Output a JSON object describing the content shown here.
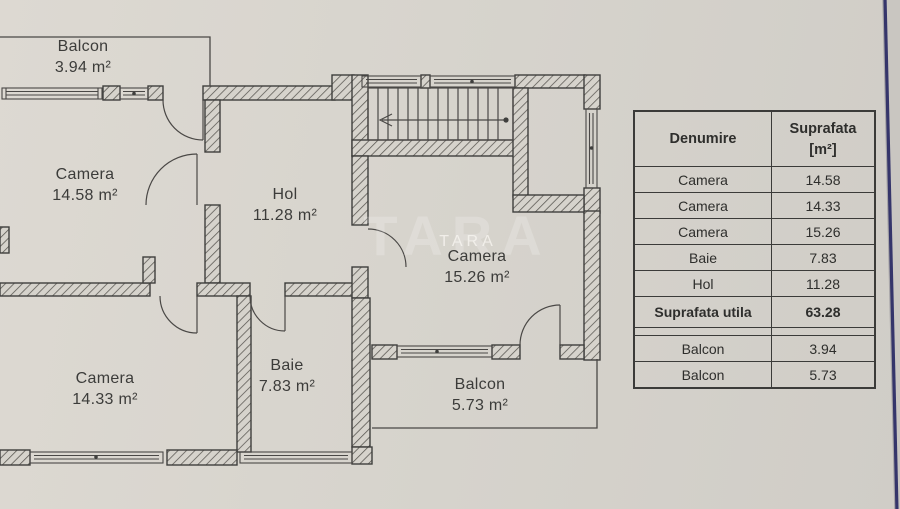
{
  "watermark": {
    "large_text": "TARA",
    "small_text": "TARA"
  },
  "plan": {
    "rooms": [
      {
        "name": "Balcon",
        "area": "3.94 m²"
      },
      {
        "name": "Camera",
        "area": "14.58 m²"
      },
      {
        "name": "Hol",
        "area": "11.28 m²"
      },
      {
        "name": "Camera",
        "area": "15.26 m²"
      },
      {
        "name": "Camera",
        "area": "14.33 m²"
      },
      {
        "name": "Baie",
        "area": "7.83 m²"
      },
      {
        "name": "Balcon",
        "area": "5.73 m²"
      }
    ]
  },
  "table": {
    "header": {
      "name": "Denumire",
      "surface_line1": "Suprafata",
      "surface_line2": "[m²]"
    },
    "rows": [
      {
        "name": "Camera",
        "value": "14.58"
      },
      {
        "name": "Camera",
        "value": "14.33"
      },
      {
        "name": "Camera",
        "value": "15.26"
      },
      {
        "name": "Baie",
        "value": "7.83"
      },
      {
        "name": "Hol",
        "value": "11.28"
      },
      {
        "name": "Suprafata utila",
        "value": "63.28"
      },
      {
        "name": "Balcon",
        "value": "3.94"
      },
      {
        "name": "Balcon",
        "value": "5.73"
      }
    ]
  },
  "colors": {
    "paper": "#d6d3cc",
    "ink": "#3f3f3d",
    "page_edge": "#35356b"
  }
}
